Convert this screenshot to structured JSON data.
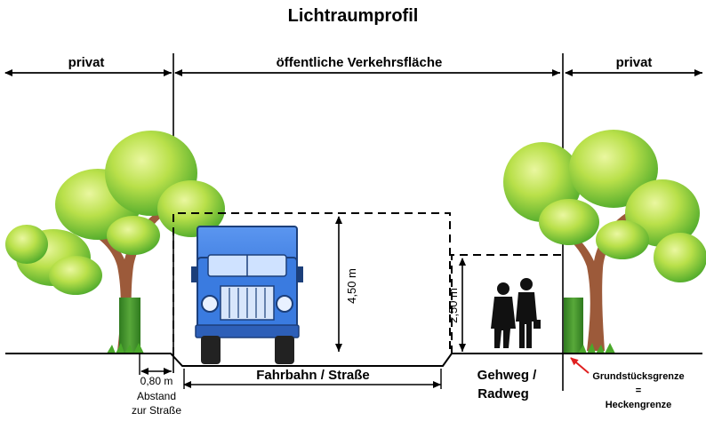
{
  "title": "Lichtraumprofil",
  "zones": {
    "left_private": "privat",
    "public_area": "öffentliche Verkehrsfläche",
    "right_private": "privat"
  },
  "dimensions": {
    "road_height": "4,50 m",
    "walkway_height": "2,50 m",
    "offset_value": "0,80 m",
    "offset_label_line1": "Abstand",
    "offset_label_line2": "zur Straße"
  },
  "labels": {
    "road": "Fahrbahn / Straße",
    "walkway_line1": "Gehweg /",
    "walkway_line2": "Radweg",
    "boundary_line1": "Grundstücksgrenze",
    "boundary_line2": "=",
    "boundary_line3": "Heckengrenze"
  },
  "colors": {
    "truck_blue": "#4a86e8",
    "truck_dark": "#1c3f7a",
    "hedge_green": "#3f8f2a",
    "foliage_light": "#c8e64a",
    "foliage_dark": "#4aa82a",
    "trunk": "#9c5a3a",
    "arrow_red": "#e02020"
  },
  "icons": [
    "tree-icon",
    "truck-icon",
    "pedestrians-icon",
    "hedge-icon"
  ]
}
